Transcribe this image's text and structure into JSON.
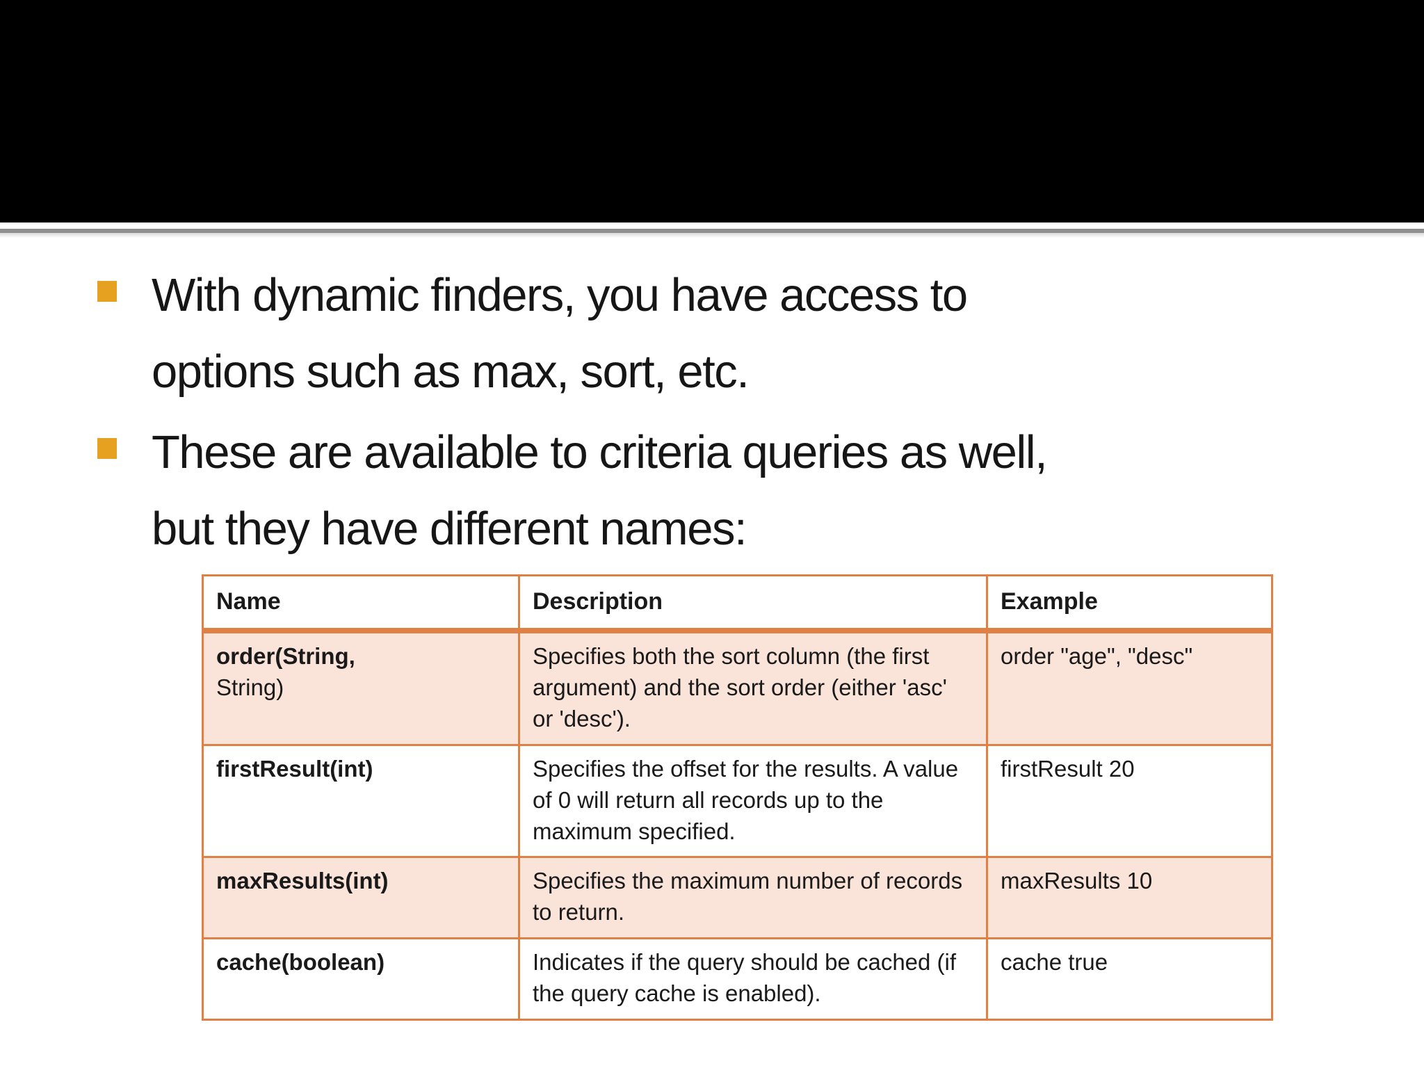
{
  "slide": {
    "bullets": [
      {
        "lines": [
          "With dynamic finders, you have access to",
          "options such as max, sort, etc."
        ]
      },
      {
        "lines": [
          "These are available to criteria queries as well,",
          "but they have different names:"
        ]
      }
    ],
    "table": {
      "headers": [
        "Name",
        "Description",
        "Example"
      ],
      "rows": [
        {
          "name_bold": "order(String,",
          "name_regular": "String)",
          "description": "Specifies both the sort column (the first argument) and the sort order (either 'asc' or 'desc').",
          "example": "order \"age\", \"desc\""
        },
        {
          "name_bold": "firstResult(int)",
          "name_regular": "",
          "description": "Specifies the offset for the results. A value of 0 will return all records up to the maximum specified.",
          "example": "firstResult 20"
        },
        {
          "name_bold": "maxResults(int)",
          "name_regular": "",
          "description": "Specifies the maximum number of records to return.",
          "example": "maxResults 10"
        },
        {
          "name_bold": "cache(boolean)",
          "name_regular": "",
          "description": "Indicates if the query should be cached (if the query cache is enabled).",
          "example": "cache true"
        }
      ]
    },
    "colors": {
      "accent_bullet": "#E6A120",
      "table_border": "#DF8045",
      "row_alt_bg": "#FAE3D8",
      "title_band_bg": "#000000"
    }
  }
}
